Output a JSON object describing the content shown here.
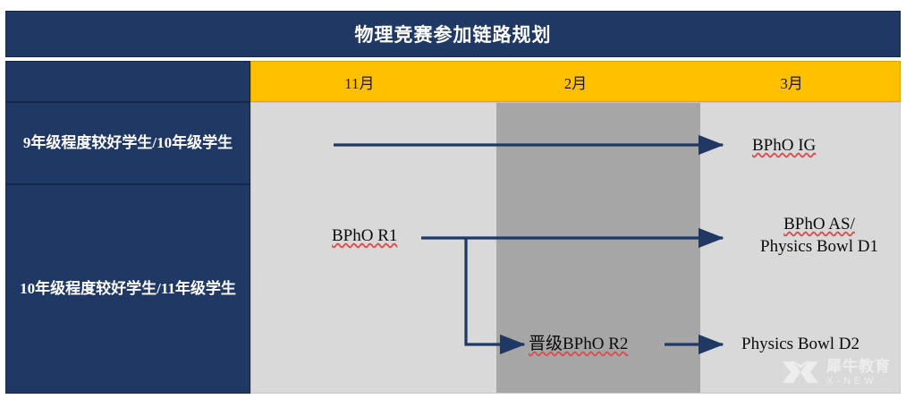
{
  "title": "物理竞赛参加链路规划",
  "header": {
    "months": [
      "11月",
      "2月",
      "3月"
    ]
  },
  "rows": [
    {
      "label": "9年级程度较好学生/10年级学生"
    },
    {
      "label": "10年级程度较好学生/11年级学生"
    }
  ],
  "flow": {
    "bpho_ig": "BPhO IG",
    "bpho_r1": "BPhO R1",
    "bpho_as": "BPhO AS/",
    "physics_bowl_d1": "Physics Bowl D1",
    "bpho_r2": "晋级BPhO R2",
    "physics_bowl_d2": "Physics Bowl D2"
  },
  "watermark": {
    "cn": "犀牛教育",
    "en": "X-NEW"
  },
  "colors": {
    "navy": "#203864",
    "amber": "#FFC000",
    "light_gray": "#D9D9D9",
    "dark_gray": "#A6A6A6",
    "arrow": "#1F3864",
    "spellcheck": "#E04A4A"
  }
}
